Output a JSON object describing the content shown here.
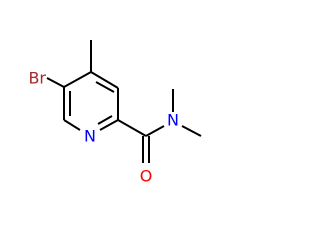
{
  "molecule": {
    "atoms": {
      "br": {
        "symbol": "Br",
        "color": "#a52a2a"
      },
      "n_ring": {
        "symbol": "N",
        "color": "#0000ff"
      },
      "n_amide": {
        "symbol": "N",
        "color": "#0000ff"
      },
      "o": {
        "symbol": "O",
        "color": "#ff0000"
      }
    },
    "bond_color": "#000000"
  }
}
